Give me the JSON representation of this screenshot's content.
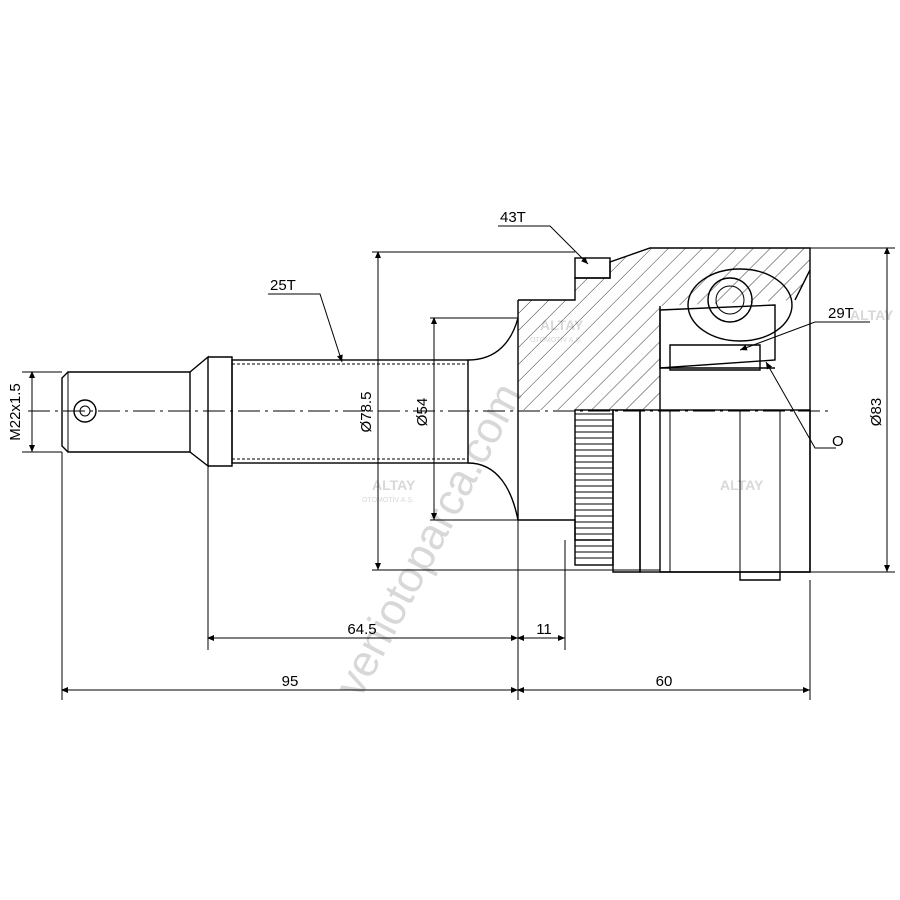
{
  "labels": {
    "teeth_shaft": "25T",
    "teeth_abs": "43T",
    "teeth_inner": "29T",
    "oring": "O",
    "thread": "M22x1.5",
    "dia_body": "Ø78.5",
    "dia_seal": "Ø54",
    "dia_outer": "Ø83",
    "len_spline": "64.5",
    "len_abs": "11",
    "len_shaft": "95",
    "len_bell": "60"
  },
  "watermarks": {
    "brand": "ALTAY",
    "brand_sub": "OTOMOTİV A.Ş.",
    "site": "veniotoparca.com"
  }
}
